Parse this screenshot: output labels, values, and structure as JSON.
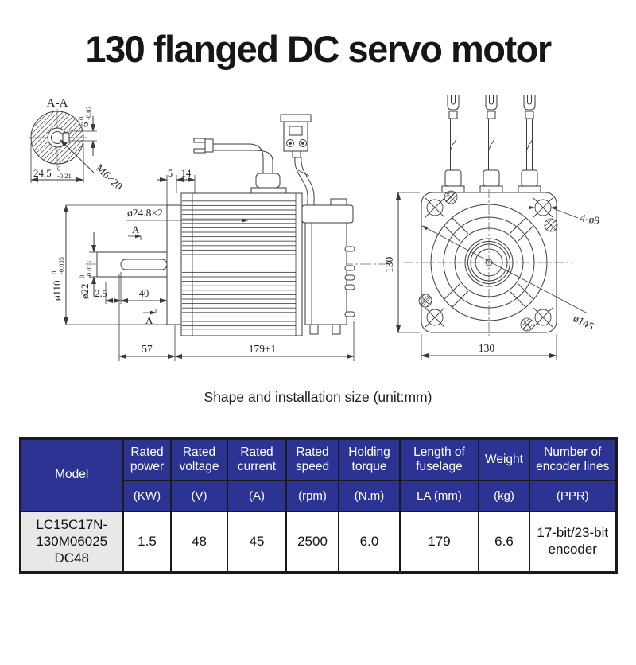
{
  "title": "130 flanged DC servo motor",
  "caption": "Shape and installation size (unit:mm)",
  "colors": {
    "header_bg": "#2b3493",
    "header_text": "#ffffff",
    "model_cell_bg": "#e8e8e8",
    "table_border": "#1a1a1a",
    "drawing_line": "#3a3a3a"
  },
  "drawing": {
    "section_view": {
      "label": "A-A",
      "thread": "M6×20",
      "key_width": {
        "v": "6",
        "up": "0",
        "low": "-0.03"
      },
      "width": {
        "v": "24.5",
        "up": "0",
        "low": "-0.21"
      }
    },
    "side_view": {
      "dim_5": "5",
      "dim_14": "14",
      "spigot_step": "ø24.8×2",
      "spigot_dia": {
        "v": "ø110",
        "up": "0",
        "low": "-0.035"
      },
      "shaft_dia": {
        "v": "ø22",
        "up": "0",
        "low": "-0.013"
      },
      "key_offset": "2.5",
      "key_length": "40",
      "shaft_length": "57",
      "body_length": "179±1",
      "section_marker": "A"
    },
    "front_view": {
      "height": "130",
      "width": "130",
      "mount_holes": "4-ø9",
      "bolt_circle": "ø145"
    }
  },
  "table": {
    "columns": [
      {
        "name": "Model",
        "unit": ""
      },
      {
        "name": "Rated power",
        "unit": "(KW)"
      },
      {
        "name": "Rated voltage",
        "unit": "(V)"
      },
      {
        "name": "Rated current",
        "unit": "(A)"
      },
      {
        "name": "Rated speed",
        "unit": "(rpm)"
      },
      {
        "name": "Holding torque",
        "unit": "(N.m)"
      },
      {
        "name": "Length of fuselage",
        "unit": "LA (mm)"
      },
      {
        "name": "Weight",
        "unit": "(kg)"
      },
      {
        "name": "Number of encoder lines",
        "unit": "(PPR)"
      }
    ],
    "row": {
      "model_lines": [
        "LC15C17N-",
        "130M06025",
        "DC48"
      ],
      "values": [
        "1.5",
        "48",
        "45",
        "2500",
        "6.0",
        "179",
        "6.6",
        "17-bit/23-bit encoder"
      ]
    }
  }
}
